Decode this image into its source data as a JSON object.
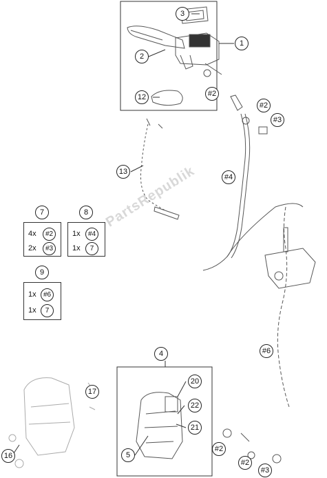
{
  "watermark": "PartsRepublik",
  "callouts": {
    "c1": "1",
    "c2": "2",
    "c3": "3",
    "c4": "4",
    "c5": "5",
    "c7": "7",
    "c8": "8",
    "c9": "9",
    "c12": "12",
    "c13": "13",
    "c16": "16",
    "c17": "17",
    "c20": "20",
    "c21": "21",
    "c22": "22",
    "r2a": "#2",
    "r2b": "#2",
    "r2c": "#2",
    "r2d": "#2",
    "r3a": "#3",
    "r3b": "#3",
    "r4": "#4",
    "r6": "#6"
  },
  "kits": {
    "k7": {
      "row1_qty": "4x",
      "row1_ref": "#2",
      "row2_qty": "2x",
      "row2_ref": "#3"
    },
    "k8": {
      "row1_qty": "1x",
      "row1_ref": "#4",
      "row2_qty": "1x",
      "row2_ref": "7"
    },
    "k9": {
      "row1_qty": "1x",
      "row1_ref": "#6",
      "row2_qty": "1x",
      "row2_ref": "7"
    }
  },
  "colors": {
    "line": "#333333",
    "part": "#555555",
    "shade": "#999999",
    "watermark": "#d8d8d8"
  }
}
